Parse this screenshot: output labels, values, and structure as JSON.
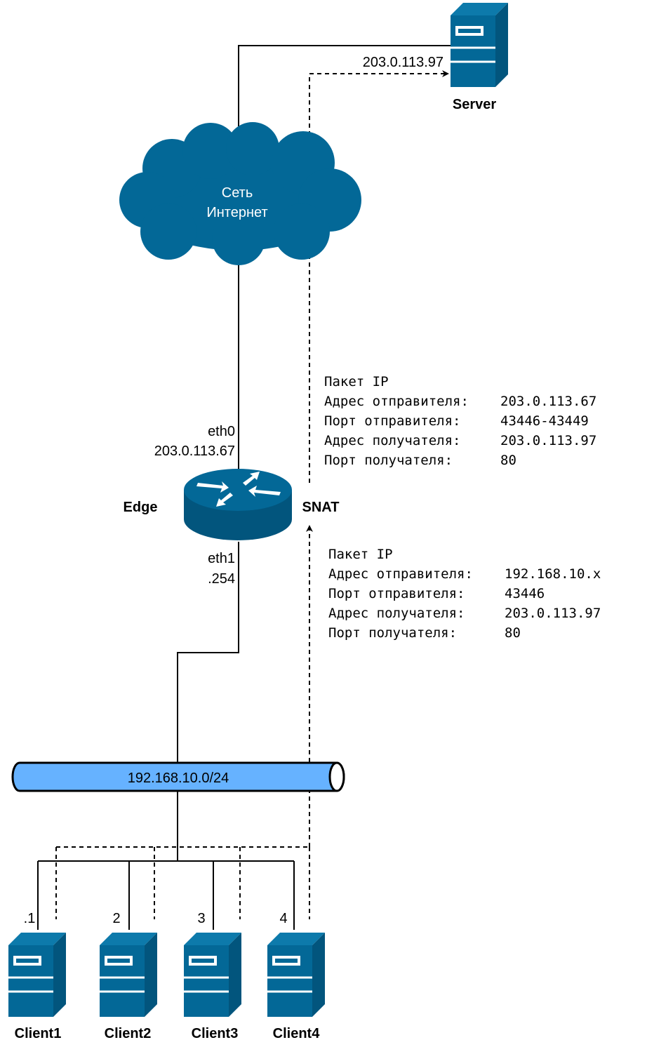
{
  "colors": {
    "device": "#036897",
    "bus": "#66b2ff",
    "line": "#000000"
  },
  "server": {
    "label": "Server",
    "ip": "203.0.113.97",
    "icon": "server-icon"
  },
  "cloud": {
    "line1": "Сеть",
    "line2": "Интернет",
    "icon": "cloud-icon"
  },
  "router": {
    "name": "Edge",
    "nat": "SNAT",
    "icon": "router-icon",
    "eth0_name": "eth0",
    "eth0_ip": "203.0.113.67",
    "eth1_name": "eth1",
    "eth1_ip": ".254"
  },
  "packet_out": {
    "title": "Пакет IP",
    "rows": [
      {
        "key": "Адрес отправителя:",
        "value": "203.0.113.67"
      },
      {
        "key": "Порт отправителя:",
        "value": "43446-43449"
      },
      {
        "key": "Адрес получателя:",
        "value": "203.0.113.97"
      },
      {
        "key": "Порт получателя:",
        "value": "80"
      }
    ]
  },
  "packet_in": {
    "title": "Пакет IP",
    "rows": [
      {
        "key": "Адрес отправителя:",
        "value": "192.168.10.x"
      },
      {
        "key": "Порт отправителя:",
        "value": "43446"
      },
      {
        "key": "Адрес получателя:",
        "value": "203.0.113.97"
      },
      {
        "key": "Порт получателя:",
        "value": "80"
      }
    ]
  },
  "network": {
    "label": "192.168.10.0/24"
  },
  "clients": [
    {
      "name": "Client1",
      "host": ".1"
    },
    {
      "name": "Client2",
      "host": "2"
    },
    {
      "name": "Client3",
      "host": "3"
    },
    {
      "name": "Client4",
      "host": "4"
    }
  ]
}
